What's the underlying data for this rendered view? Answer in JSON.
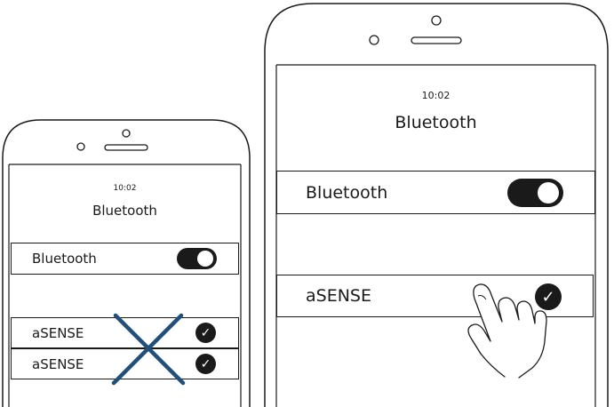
{
  "phone_left": {
    "time": "10:02",
    "title": "Bluetooth",
    "bluetooth_row_label": "Bluetooth",
    "bluetooth_toggle_on": true,
    "devices": [
      {
        "label": "aSENSE",
        "selected": true,
        "check": "✓"
      },
      {
        "label": "aSENSE",
        "selected": true,
        "check": "✓"
      }
    ]
  },
  "phone_right": {
    "time": "10:02",
    "title": "Bluetooth",
    "bluetooth_row_label": "Bluetooth",
    "bluetooth_toggle_on": true,
    "device": {
      "label": "aSENSE",
      "selected": true,
      "check": "✓"
    }
  },
  "colors": {
    "stroke": "#1a1a1a",
    "cross_mark": "#1f4f7a",
    "background": "#ffffff"
  },
  "icons": {
    "wrong_marker": "x-cross-icon",
    "tap_gesture": "hand-pointer-icon",
    "selected": "checkmark-icon"
  }
}
